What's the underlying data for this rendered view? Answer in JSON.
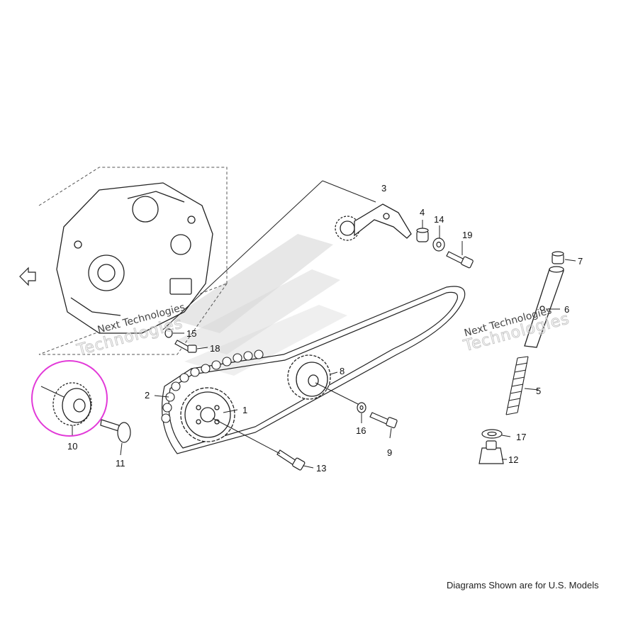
{
  "callouts": {
    "c1": "1",
    "c2": "2",
    "c3": "3",
    "c4": "4",
    "c5": "5",
    "c6": "6",
    "c7": "7",
    "c8": "8",
    "c9": "9",
    "c10": "10",
    "c11": "11",
    "c12": "12",
    "c13": "13",
    "c14": "14",
    "c15": "15",
    "c16": "16",
    "c17": "17",
    "c18": "18",
    "c19": "19"
  },
  "watermarks": {
    "left": "Technologies",
    "left_small": "Next Technologies",
    "right": "Technologies",
    "right_small": "Next Technologies"
  },
  "footer_note": "Diagrams Shown are for U.S. Models",
  "highlight_color": "#e23ad8",
  "line_color": "#222222"
}
